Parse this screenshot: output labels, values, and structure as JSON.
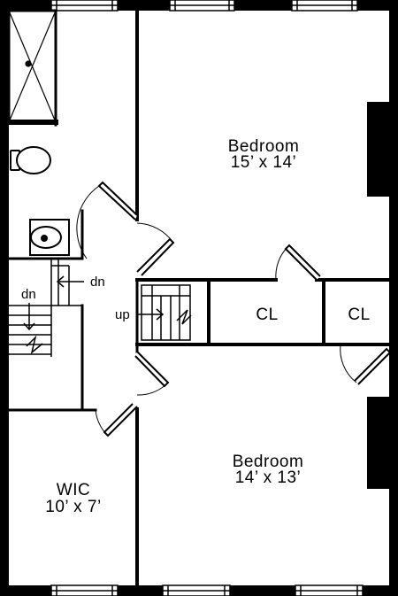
{
  "rooms": {
    "bedroom_top": {
      "name": "Bedroom",
      "size": "15’ x 14’"
    },
    "bedroom_bottom": {
      "name": "Bedroom",
      "size": "14’ x 13’"
    },
    "wic": {
      "name": "WIC",
      "size": "10’ x 7’"
    },
    "closet_left": {
      "name": "CL"
    },
    "closet_right": {
      "name": "CL"
    }
  },
  "stairs": {
    "down_upper": "dn",
    "down_left": "dn",
    "up": "up"
  },
  "colors": {
    "wall": "#000000",
    "background": "#ffffff"
  }
}
